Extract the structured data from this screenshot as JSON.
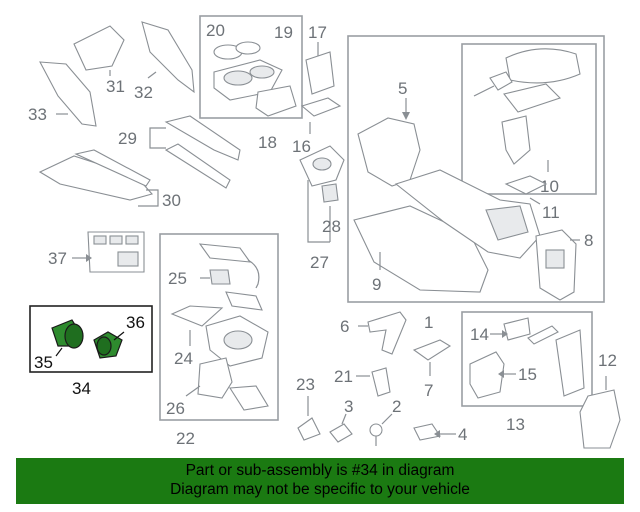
{
  "labels": {
    "p1": "1",
    "p2": "2",
    "p3": "3",
    "p4": "4",
    "p5": "5",
    "p6": "6",
    "p7": "7",
    "p8": "8",
    "p10": "10",
    "p11": "11",
    "p12": "12",
    "p13": "13",
    "p14": "14",
    "p15": "15",
    "p16": "16",
    "p17": "17",
    "p18": "18",
    "p19": "19",
    "p20": "20",
    "p21": "21",
    "p22": "22",
    "p23": "23",
    "p24": "24",
    "p25": "25",
    "p26": "26",
    "p27": "27",
    "p28": "28",
    "p29": "29",
    "p30": "30",
    "p31": "31",
    "p32": "32",
    "p33": "33",
    "p34": "34",
    "p35": "35",
    "p36": "36",
    "p37": "37",
    "p9": "9"
  },
  "highlight_color": "#2e8b2e",
  "banner": {
    "line1": "Part or sub-assembly is #34 in diagram",
    "line2": "Diagram may not be specific to your vehicle",
    "color": "#1b7a12"
  }
}
